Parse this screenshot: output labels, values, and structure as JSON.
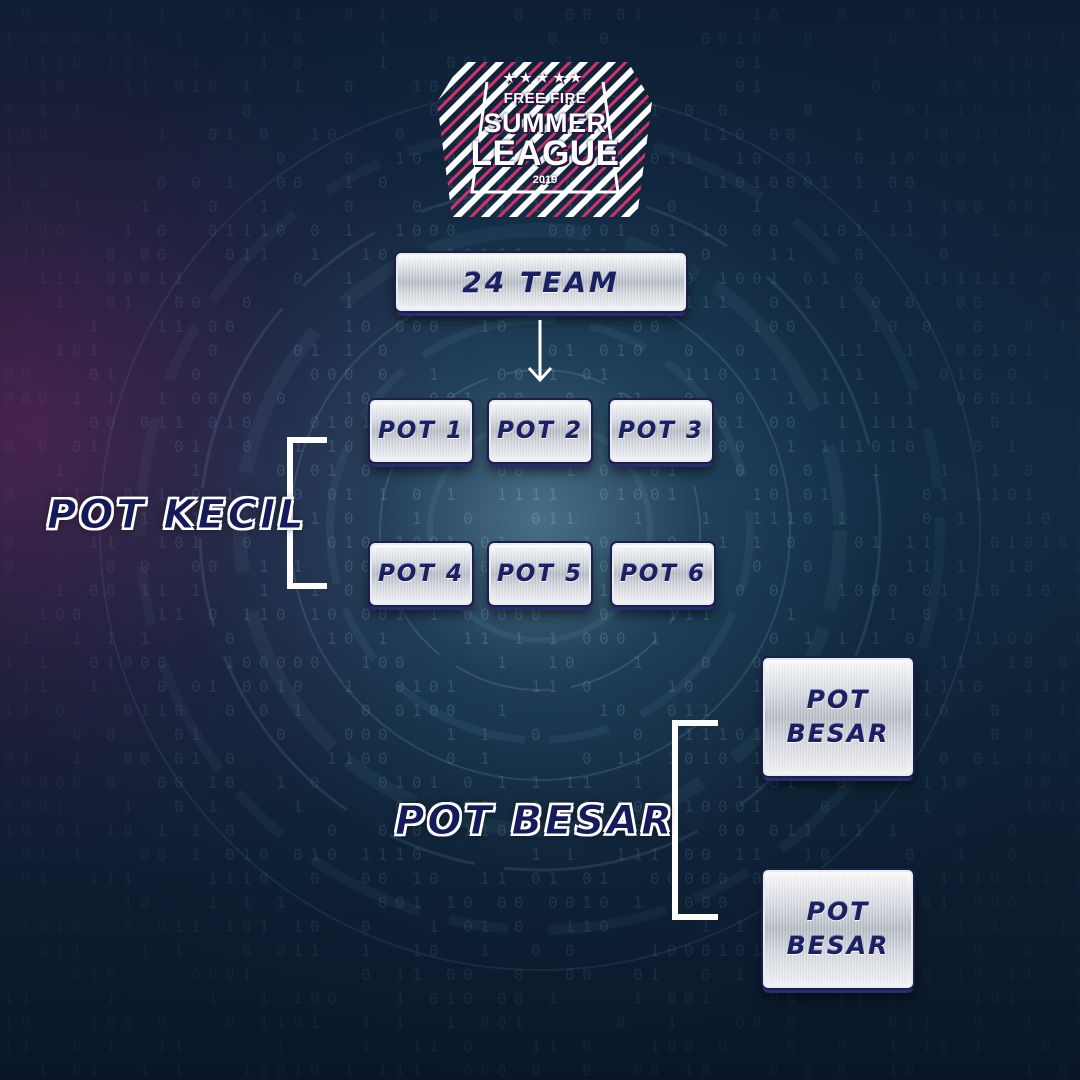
{
  "logo": {
    "stars": "★★★★★",
    "brand": "FREE FIRE",
    "line1": "SUMMER",
    "line2": "LEAGUE",
    "year": "2019"
  },
  "diagram": {
    "root": {
      "label": "24 TEAM"
    },
    "small_pots": [
      {
        "label": "POT 1"
      },
      {
        "label": "POT 2"
      },
      {
        "label": "POT 3"
      },
      {
        "label": "POT 4"
      },
      {
        "label": "POT 5"
      },
      {
        "label": "POT 6"
      }
    ],
    "small_group_label": "POT KECIL",
    "large_pots": [
      {
        "label": "POT\nBESAR"
      },
      {
        "label": "POT\nBESAR"
      }
    ],
    "large_group_label": "POT BESAR"
  },
  "colors": {
    "label_navy": "#1b2063",
    "box_shadow_navy": "#272d6e",
    "bracket": "#ffffff",
    "logo_stripe_white": "#ffffff",
    "logo_stripe_pink": "#d4306a"
  }
}
